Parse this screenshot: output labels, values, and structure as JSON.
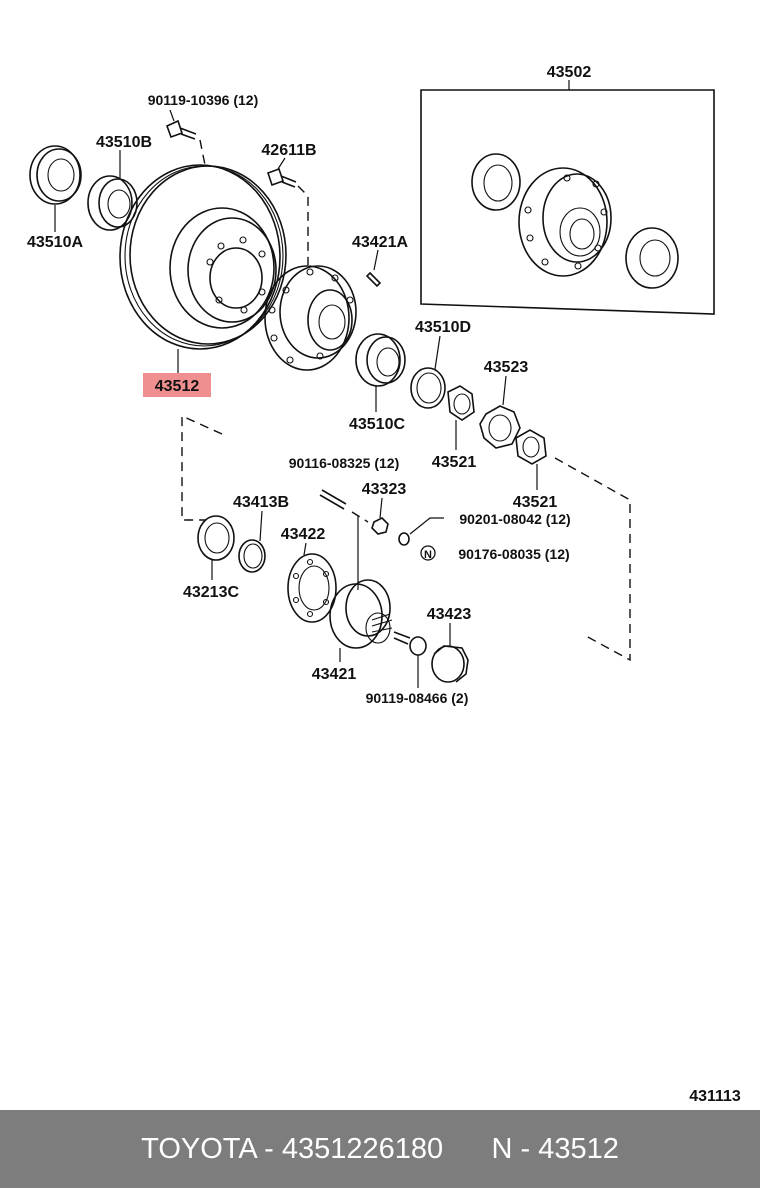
{
  "labels": {
    "p43502": "43502",
    "p90119_10396": "90119-10396 (12)",
    "p43510B": "43510B",
    "p42611B": "42611B",
    "p43510A": "43510A",
    "p43421A": "43421A",
    "p43512": "43512",
    "p43510D": "43510D",
    "p43523": "43523",
    "p43510C": "43510C",
    "p43521a": "43521",
    "p90116_08325": "90116-08325 (12)",
    "p43323": "43323",
    "p43413B": "43413B",
    "p90201_08042": "90201-08042 (12)",
    "p43422": "43422",
    "p90176_08035": "90176-08035 (12)",
    "p43521b": "43521",
    "p43213C": "43213C",
    "p43423": "43423",
    "p43421": "43421",
    "p90119_08466": "90119-08466 (2)",
    "figure_no": "431113",
    "n_symbol": "N"
  },
  "highlight_color": "#f08f8f",
  "footer": {
    "brand_text": "TOYOTA - 4351226180",
    "ref_text": "N - 43512",
    "background": "#7d7d7d"
  }
}
